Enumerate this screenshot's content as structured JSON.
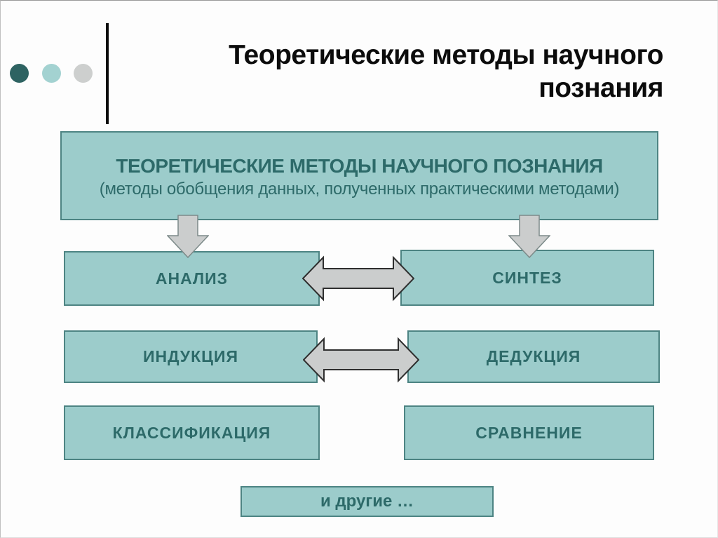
{
  "title": "Теоретические методы научного познания",
  "main_box": {
    "heading": "ТЕОРЕТИЧЕСКИЕ МЕТОДЫ НАУЧНОГО ПОЗНАНИЯ",
    "subheading": "(методы обобщения данных, полученных практическими методами)"
  },
  "boxes": {
    "analysis": "АНАЛИЗ",
    "synthesis": "СИНТЕЗ",
    "induction": "ИНДУКЦИЯ",
    "deduction": "ДЕДУКЦИЯ",
    "classification": "КЛАССИФИКАЦИЯ",
    "comparison": "СРАВНЕНИЕ",
    "others": "и другие …"
  },
  "icons": {
    "down_arrow": "down-block-arrow",
    "double_arrow": "left-right-block-arrow"
  },
  "colors": {
    "page-bg": "#fdfdfd",
    "teal-fill": "#9ccccb",
    "teal-border": "#4d8483",
    "teal-text": "#2d6a69",
    "arrow-fill": "#cbcdcd",
    "arrow-stroke-soft": "#7c8a89",
    "arrow-stroke-dark": "#2f2f2f",
    "circle-dark": "#2e6362",
    "circle-teal": "#a3d2d1",
    "circle-gray": "#cdcfce",
    "line-black": "#0a0a0a",
    "title-color": "#0c0c0c"
  }
}
